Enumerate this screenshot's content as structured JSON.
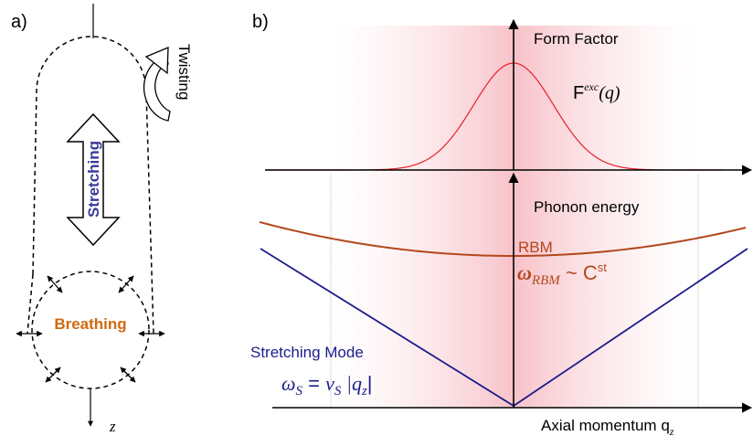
{
  "panel_a": {
    "label": "a)",
    "twisting": "Twisting",
    "stretching": "Stretching",
    "breathing": "Breathing",
    "z_axis": "z"
  },
  "panel_b": {
    "label": "b)",
    "form_factor_title": "Form Factor",
    "form_factor_formula": {
      "F": "F",
      "sup": "exc",
      "arg": "(q)"
    },
    "phonon_energy_title": "Phonon energy",
    "rbm_label": "RBM",
    "rbm_formula": {
      "omega": "ω",
      "sub": "RBM",
      "approx": " ~ C",
      "sup": "st"
    },
    "stretching_label": "Stretching Mode",
    "stretching_formula": {
      "omega": "ω",
      "sub": "S",
      "eq": " = ",
      "v": "v",
      "vsub": "S",
      "q_open": " |q",
      "qsub": "z",
      "q_close": "|"
    },
    "x_axis": {
      "text": "Axial momentum q",
      "sub": "z"
    }
  },
  "colors": {
    "gaussian": "#e8202a",
    "rbm": "#b2481c",
    "stretching": "#1c1c8c",
    "breathing": "#d06a10",
    "shade": "#f7c6cc"
  }
}
